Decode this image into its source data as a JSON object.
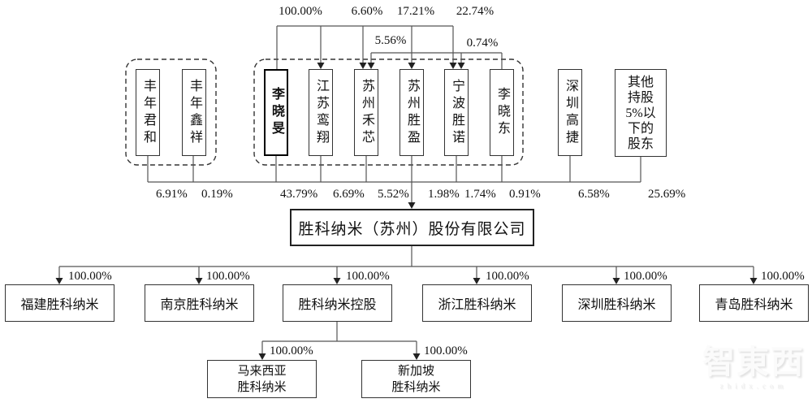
{
  "company": {
    "name": "胜科纳米（苏州）股份有限公司"
  },
  "equity_links_top": [
    {
      "from": "李晓旻",
      "to": "江苏鸾翔",
      "pct": "100.00%"
    },
    {
      "from": "李晓旻",
      "to": "苏州禾芯",
      "pct": "6.60%"
    },
    {
      "from": "李晓旻",
      "to": "苏州胜盈",
      "pct": "17.21%"
    },
    {
      "from": "李晓旻",
      "to": "宁波胜诺",
      "pct": "22.74%"
    },
    {
      "from": "李晓东",
      "to": "苏州禾芯",
      "pct": "5.56%"
    },
    {
      "from": "李晓东",
      "to": "宁波胜诺",
      "pct": "0.74%"
    }
  ],
  "shareholders": [
    {
      "name": "丰年君和",
      "pct": "6.91%"
    },
    {
      "name": "丰年鑫祥",
      "pct": "0.19%"
    },
    {
      "name": "李晓旻",
      "pct": "43.79%"
    },
    {
      "name": "江苏鸾翔",
      "pct": "6.69%"
    },
    {
      "name": "苏州禾芯",
      "pct": "5.52%"
    },
    {
      "name": "苏州胜盈",
      "pct": "1.98%"
    },
    {
      "name": "宁波胜诺",
      "pct": "1.74%"
    },
    {
      "name": "李晓东",
      "pct": "0.91%"
    },
    {
      "name": "深圳高捷",
      "pct": "6.58%"
    },
    {
      "name": "其他持股5%以下的股东",
      "pct": "25.69%",
      "name_lines": [
        "其他",
        "持股",
        "5%以",
        "下的",
        "股东"
      ]
    }
  ],
  "subsidiaries": [
    {
      "name": "福建胜科纳米",
      "pct": "100.00%"
    },
    {
      "name": "南京胜科纳米",
      "pct": "100.00%"
    },
    {
      "name": "胜科纳米控股",
      "pct": "100.00%"
    },
    {
      "name": "浙江胜科纳米",
      "pct": "100.00%"
    },
    {
      "name": "深圳胜科纳米",
      "pct": "100.00%"
    },
    {
      "name": "青岛胜科纳米",
      "pct": "100.00%"
    }
  ],
  "sub_subsidiaries": [
    {
      "name": "马来西亚胜科纳米",
      "name_lines": [
        "马来西亚",
        "胜科纳米"
      ],
      "pct": "100.00%"
    },
    {
      "name": "新加坡胜科纳米",
      "name_lines": [
        "新加坡",
        "胜科纳米"
      ],
      "pct": "100.00%"
    }
  ],
  "watermark": {
    "logo": "智東西",
    "site": "zhidx.com"
  }
}
